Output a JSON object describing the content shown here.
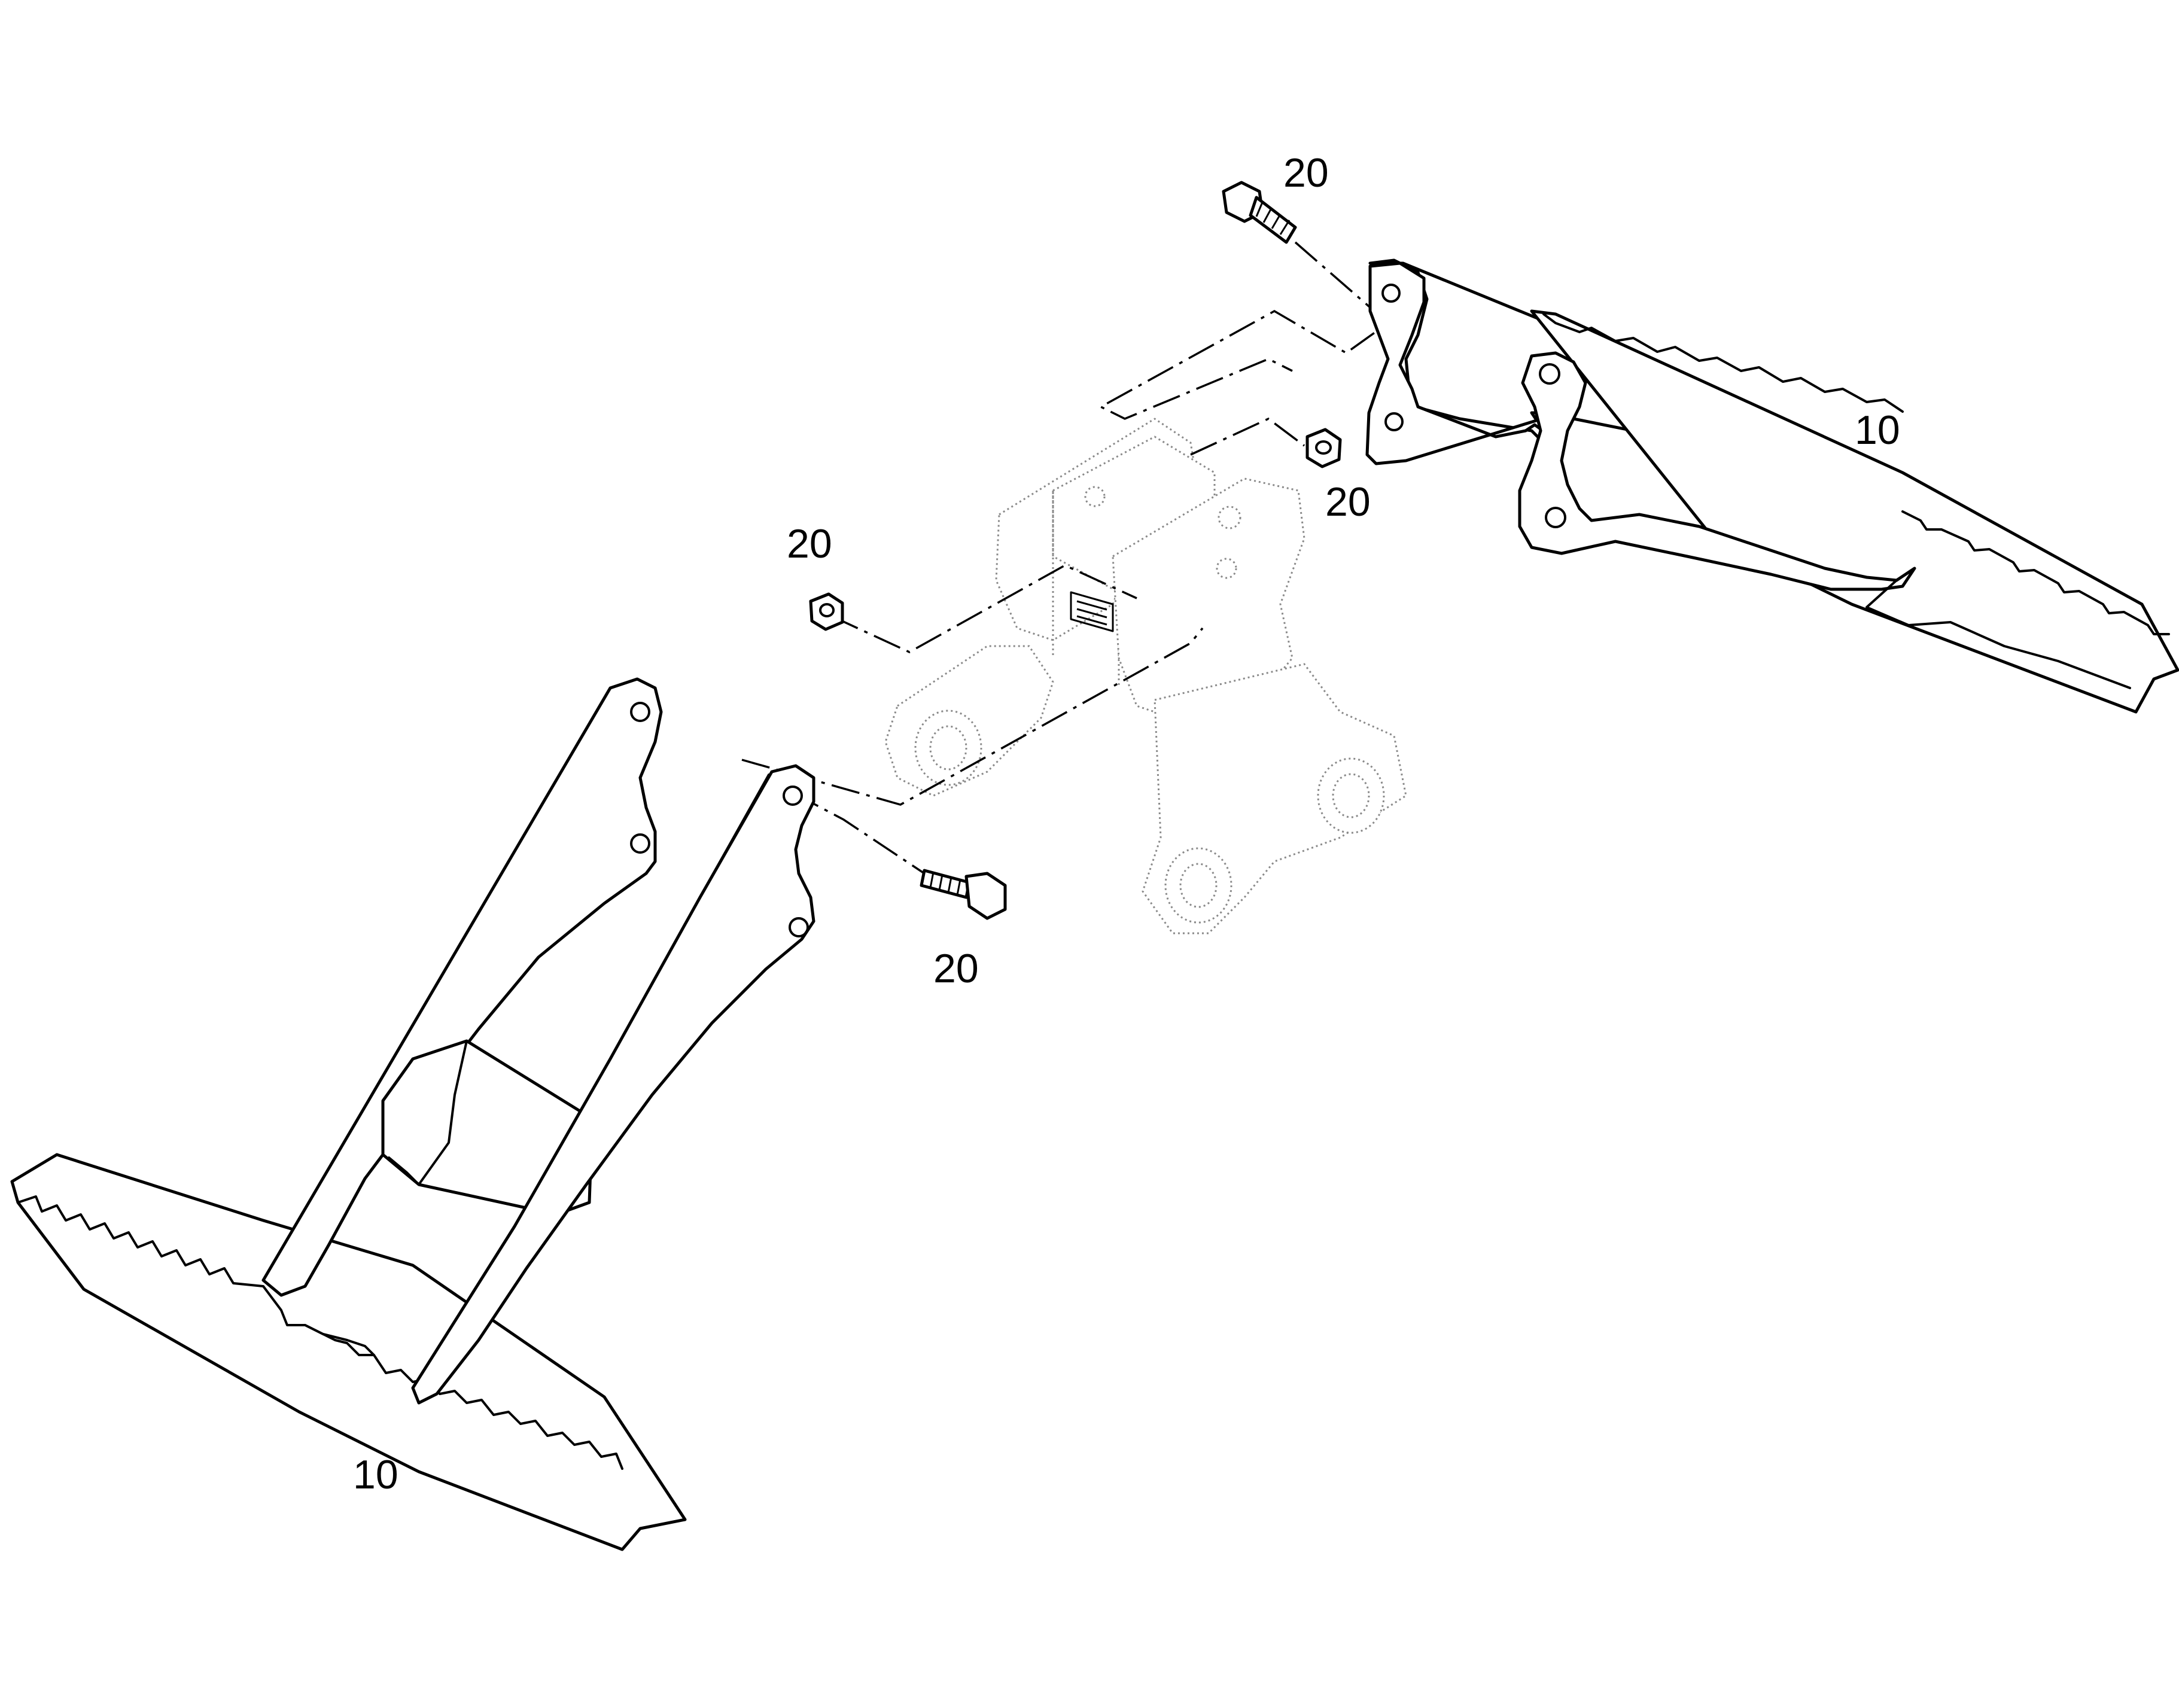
{
  "callouts": {
    "bolt_top_label": "20",
    "right_weight_label": "10",
    "nut_right_label": "20",
    "nut_left_label": "20",
    "bolt_bottom_label": "20",
    "left_weight_label": "10"
  }
}
